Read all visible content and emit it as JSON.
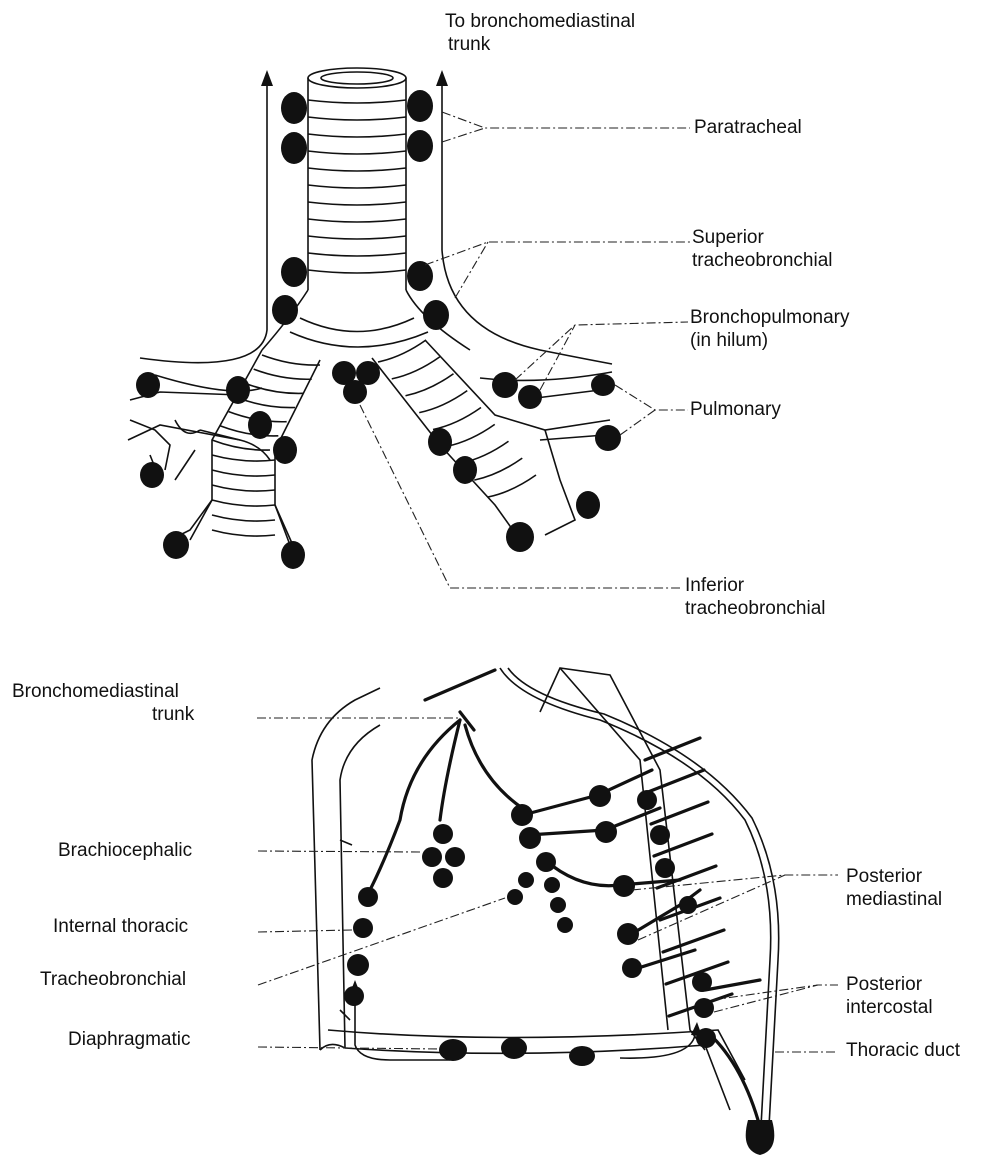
{
  "top": {
    "labels": {
      "to_trunk_line1": "To bronchomediastinal",
      "to_trunk_line2": "trunk",
      "paratracheal": "Paratracheal",
      "superior_line1": "Superior",
      "superior_line2": "tracheobronchial",
      "bronchopulmonary_line1": "Bronchopulmonary",
      "bronchopulmonary_line2": "(in hilum)",
      "pulmonary": "Pulmonary",
      "inferior_line1": "Inferior",
      "inferior_line2": "tracheobronchial"
    }
  },
  "bottom": {
    "labels": {
      "bronchomediastinal_line1": "Bronchomediastinal",
      "bronchomediastinal_line2": "trunk",
      "brachiocephalic": "Brachiocephalic",
      "internal_thoracic": "Internal thoracic",
      "tracheobronchial": "Tracheobronchial",
      "diaphragmatic": "Diaphragmatic",
      "posterior_mediastinal_line1": "Posterior",
      "posterior_mediastinal_line2": "mediastinal",
      "posterior_intercostal_line1": "Posterior",
      "posterior_intercostal_line2": "intercostal",
      "thoracic_duct": "Thoracic duct"
    }
  }
}
